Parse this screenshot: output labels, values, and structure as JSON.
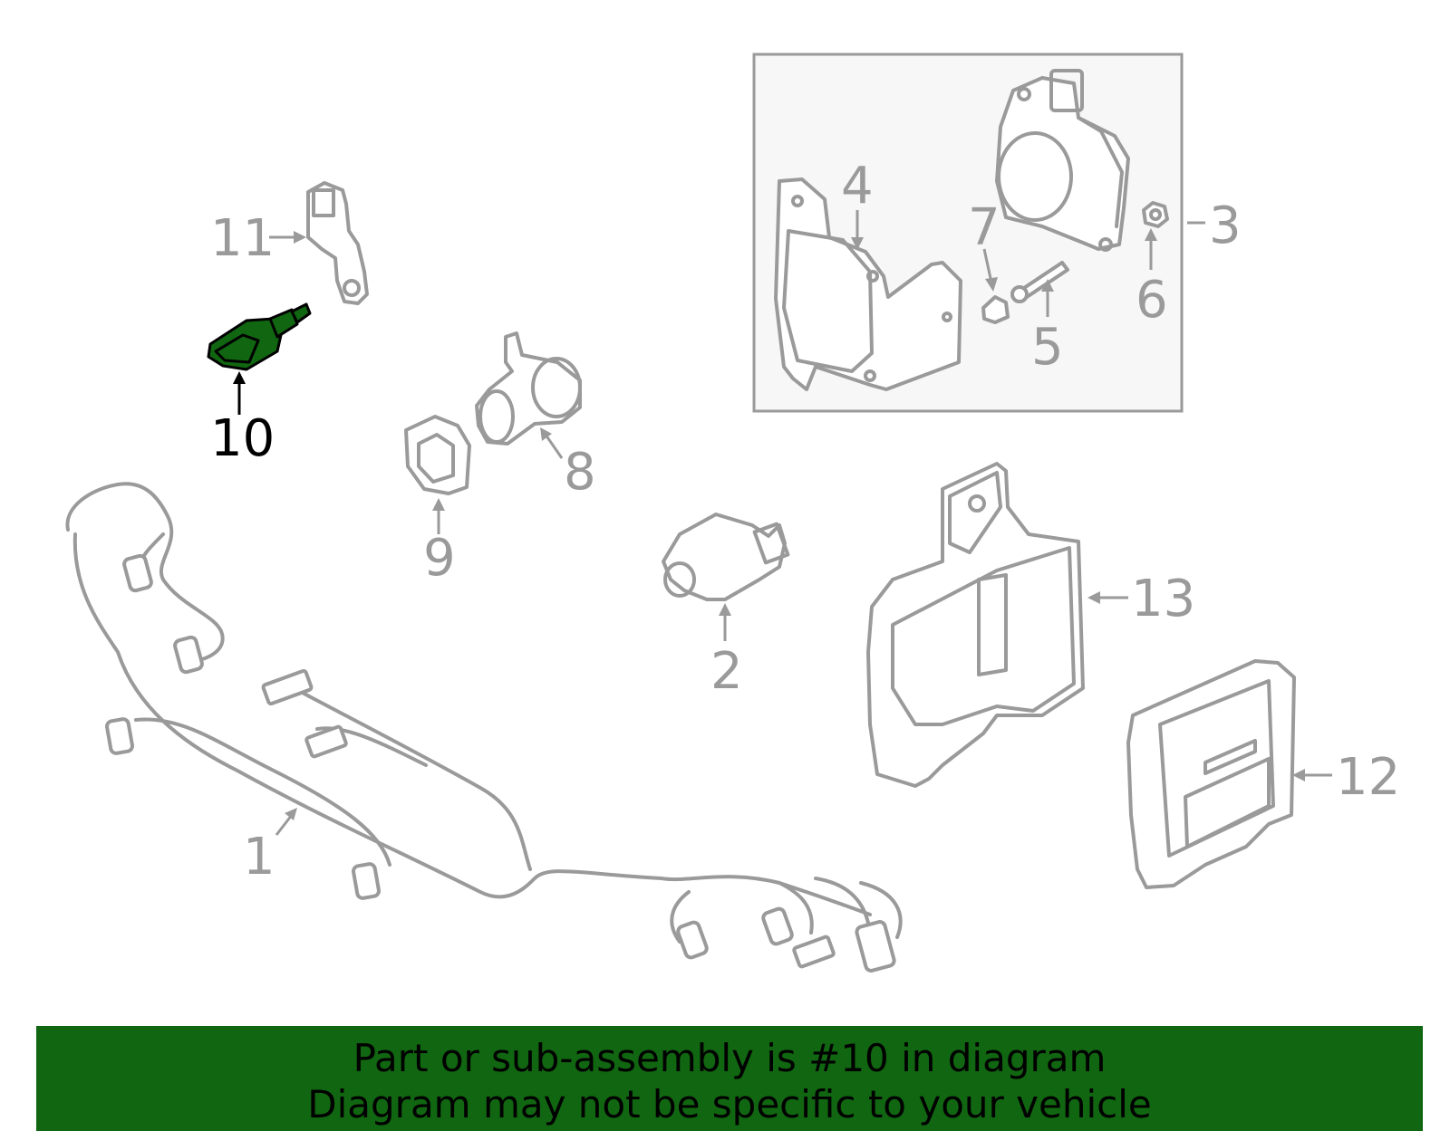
{
  "diagram": {
    "highlight_color": "#116611",
    "part_color": "#9a9a9a",
    "callouts": {
      "c1": "1",
      "c2": "2",
      "c3": "3",
      "c4": "4",
      "c5": "5",
      "c6": "6",
      "c7": "7",
      "c8": "8",
      "c9": "9",
      "c10": "10",
      "c11": "11",
      "c12": "12",
      "c13": "13"
    },
    "highlighted_part": "10"
  },
  "footer": {
    "line1": "Part or sub-assembly is #10 in diagram",
    "line2": "Diagram may not be specific to your vehicle",
    "background": "#116611"
  }
}
